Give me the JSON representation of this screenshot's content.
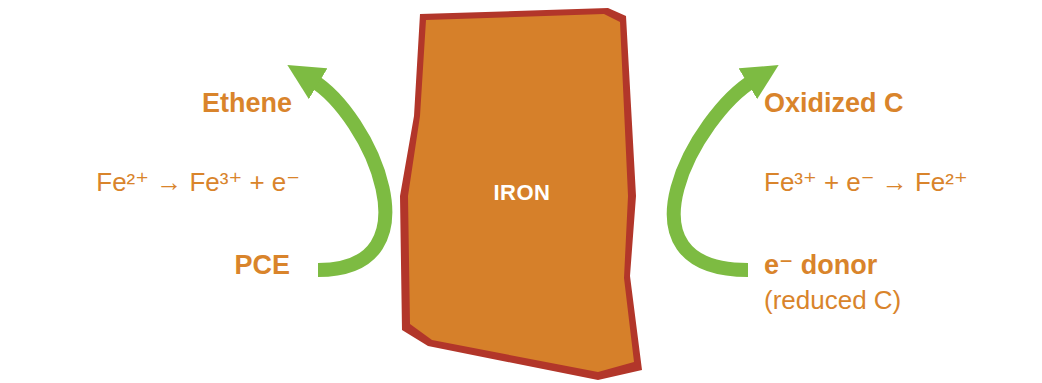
{
  "diagram": {
    "nodes": [
      {
        "text": [
          "IRON"
        ]
      }
    ],
    "labels": [
      "Ethene",
      "Fe²⁺ → Fe³⁺ + e⁻",
      "PCE",
      "Oxidized C",
      "Fe³⁺ + e⁻ → Fe²⁺",
      "e⁻ donor",
      "(reduced C)"
    ]
  }
}
